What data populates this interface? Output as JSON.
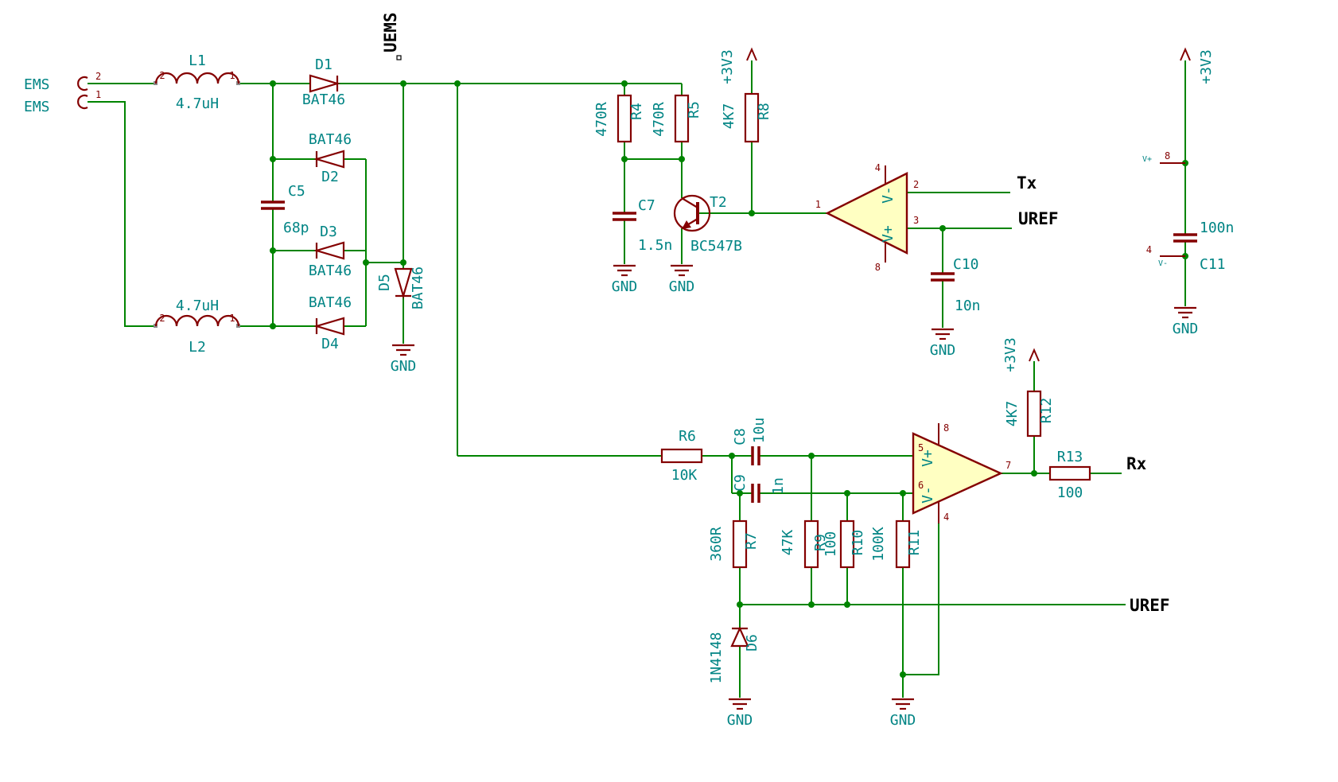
{
  "colors": {
    "wire": "#008400",
    "component": "#840000",
    "label": "#008484",
    "opamp_fill": "#ffffc2",
    "global_label": "#000000",
    "background": "#ffffff"
  },
  "connector": {
    "name": "EMS",
    "pin_top": "2",
    "pin_bottom": "1"
  },
  "components": {
    "L1": {
      "ref": "L1",
      "value": "4.7uH",
      "pin_left": "2",
      "pin_right": "1"
    },
    "L2": {
      "ref": "L2",
      "value": "4.7uH",
      "pin_left": "2",
      "pin_right": "1"
    },
    "D1": {
      "ref": "D1",
      "value": "BAT46"
    },
    "D2": {
      "ref": "D2",
      "value": "BAT46"
    },
    "D3": {
      "ref": "D3",
      "value": "BAT46"
    },
    "D4": {
      "ref": "D4",
      "value": "BAT46"
    },
    "D5": {
      "ref": "D5",
      "value": "BAT46"
    },
    "D6": {
      "ref": "D6",
      "value": "1N4148"
    },
    "C5": {
      "ref": "C5",
      "value": "68p"
    },
    "C7": {
      "ref": "C7",
      "value": "1.5n"
    },
    "C8": {
      "ref": "C8",
      "value": "10u"
    },
    "C9": {
      "ref": "C9",
      "value": "1n"
    },
    "C10": {
      "ref": "C10",
      "value": "10n"
    },
    "C11": {
      "ref": "C11",
      "value": "100n"
    },
    "R4": {
      "ref": "R4",
      "value": "470R"
    },
    "R5": {
      "ref": "R5",
      "value": "470R"
    },
    "R6": {
      "ref": "R6",
      "value": "10K"
    },
    "R7": {
      "ref": "R7",
      "value": "360R"
    },
    "R8": {
      "ref": "R8",
      "value": "4K7"
    },
    "R9": {
      "ref": "R9",
      "value": "47K"
    },
    "R10": {
      "ref": "R10",
      "value": "100"
    },
    "R11": {
      "ref": "R11",
      "value": "100K"
    },
    "R12": {
      "ref": "R12",
      "value": "4K7"
    },
    "R13": {
      "ref": "R13",
      "value": "100"
    },
    "T2": {
      "ref": "T2",
      "value": "BC547B"
    }
  },
  "opamp1": {
    "pin_out": "1",
    "pin_in_top": "2",
    "pin_in_bottom": "3",
    "pin_pwr_top": "4",
    "pin_pwr_bottom": "8",
    "vminus": "V-",
    "vplus": "V+"
  },
  "opamp2": {
    "pin_in_top": "5",
    "pin_in_bottom": "6",
    "pin_out": "7",
    "pin_pwr_top": "8",
    "pin_pwr_bottom": "4",
    "vplus": "V+",
    "vminus": "V-"
  },
  "power_unit": {
    "pin_vplus": "8",
    "name_vplus": "V+",
    "pin_vminus": "4",
    "name_vminus": "V-"
  },
  "net_labels": {
    "uems": "UEMS",
    "tx": "Tx",
    "uref": "UREF",
    "rx": "Rx",
    "uref_rail": "UREF",
    "gnd": "GND"
  },
  "power": {
    "p3v3": "+3V3"
  }
}
